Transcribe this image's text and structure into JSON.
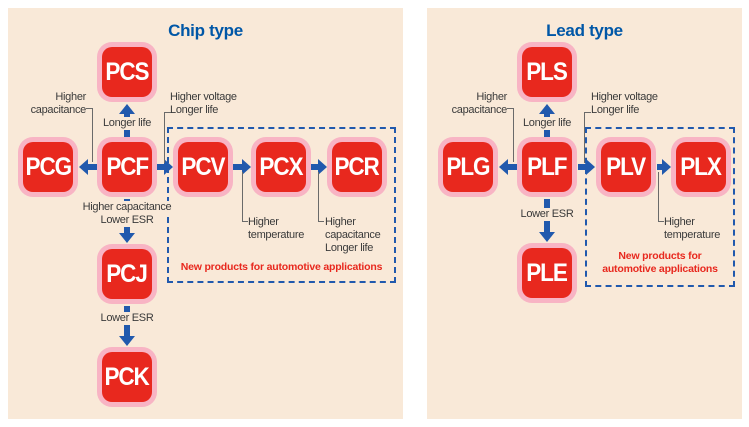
{
  "colors": {
    "panel_background": "#f9e9d8",
    "box_outer_pink": "#f8b4c4",
    "box_inner_red": "#e8281e",
    "arrow_blue": "#2159ad",
    "title_blue": "#0057a7",
    "note_red": "#e8281e",
    "label_text": "#3a3a3a"
  },
  "left_panel": {
    "title": "Chip type",
    "boxes": {
      "pcs": "PCS",
      "pcg": "PCG",
      "pcf": "PCF",
      "pcv": "PCV",
      "pcx": "PCX",
      "pcr": "PCR",
      "pcj": "PCJ",
      "pck": "PCK"
    },
    "arrow_labels": {
      "higher_capacitance": [
        "Higher",
        "capacitance"
      ],
      "longer_life": "Longer life",
      "higher_voltage_longer_life": [
        "Higher voltage",
        "Longer life"
      ],
      "higher_capacitance_lower_esr": [
        "Higher capacitance",
        "Lower ESR"
      ],
      "lower_esr": "Lower ESR",
      "higher_temperature": [
        "Higher",
        "temperature"
      ],
      "higher_capacitance_longer_life": [
        "Higher",
        "capacitance",
        "Longer life"
      ]
    },
    "note": "New products for automotive applications"
  },
  "right_panel": {
    "title": "Lead type",
    "boxes": {
      "pls": "PLS",
      "plg": "PLG",
      "plf": "PLF",
      "plv": "PLV",
      "plx": "PLX",
      "ple": "PLE"
    },
    "arrow_labels": {
      "higher_capacitance": [
        "Higher",
        "capacitance"
      ],
      "longer_life": "Longer life",
      "higher_voltage_longer_life": [
        "Higher voltage",
        "Longer life"
      ],
      "lower_esr": "Lower ESR",
      "higher_temperature": [
        "Higher",
        "temperature"
      ]
    },
    "note_lines": [
      "New products for",
      "automotive applications"
    ]
  }
}
